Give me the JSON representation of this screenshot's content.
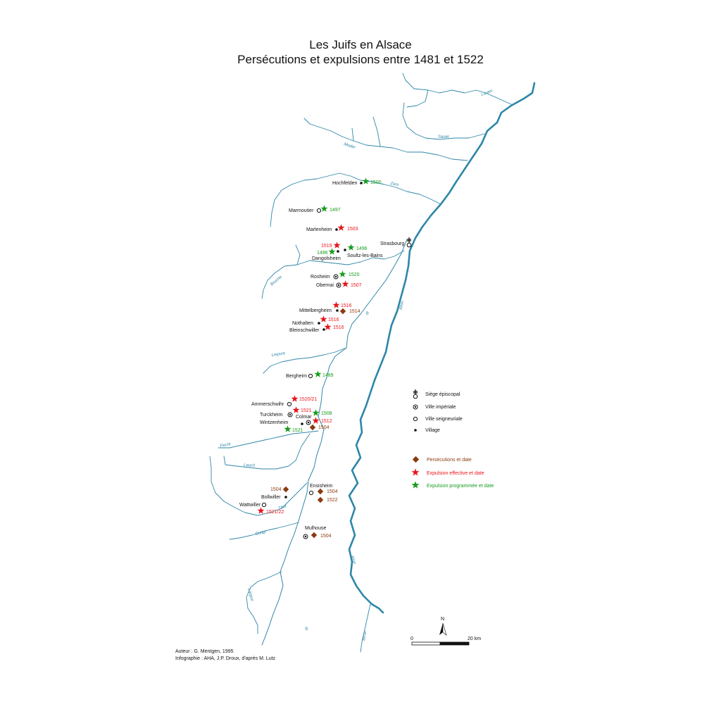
{
  "title": {
    "line1": "Les Juifs en Alsace",
    "line2": "Persécutions et expulsions entre 1481 et 1522"
  },
  "credits": {
    "author": "Auteur : G. Mentgen, 1995",
    "infographic": "Infographie : AHA, J.P. Droux, d'après M. Lutz"
  },
  "colors": {
    "river": "#2e86a8",
    "expulsion_effective": "#e8141b",
    "expulsion_programmee": "#169c1b",
    "persecution": "#8b3a0e"
  },
  "rivers": {
    "lauter": "Lauter",
    "sauer": "Sauer",
    "moder": "Moder",
    "zorn": "Zorn",
    "bruche": "Bruche",
    "ill_north": "Ill",
    "lepvre": "Liepvre",
    "rhin_north": "Rhin",
    "fecht": "Fecht",
    "lauch": "Lauch",
    "thur": "Thur",
    "doller": "Doller",
    "largue": "Largue",
    "ill_south": "Ill",
    "rhin_south": "Rhin",
    "birse": "Birse"
  },
  "places": {
    "hochfelden": "Hochfelden",
    "marmoutier": "Marmoutier",
    "marlenheim": "Marlenheim",
    "strasbourg": "Strasbourg",
    "dangolsheim": "Dangolsheim",
    "soultz": "Soultz-les-Bains",
    "rosheim": "Rosheim",
    "obernai": "Obernai",
    "mittelbergheim": "Mittelbergheim",
    "nothalten": "Nothalten",
    "bleinschwiller": "Bleinschwiller",
    "bergheim": "Bergheim",
    "ammerschwihr": "Ammerschwihr",
    "turckheim": "Turckheim",
    "colmar": "Colmar",
    "wintzenheim": "Wintzenheim",
    "ensisheim": "Ensisheim",
    "bollwiller": "Bollwiller",
    "wattwiller": "Wattwiller",
    "mulhouse": "Mulhouse"
  },
  "dates": {
    "hochfelden_g": "1500",
    "marmoutier_g": "1497",
    "marlenheim_r": "1503",
    "dangolsheim_r": "1519",
    "dangolsheim_g": "1496",
    "soultz_g": "1496",
    "rosheim_g": "1520",
    "obernai_r": "1507",
    "mittelbergheim_r": "1516",
    "mittelbergheim_b": "1514",
    "nothalten_r": "1516",
    "bleinschwiller_r": "1516",
    "bergheim_g": "1489",
    "ammerschwihr_r": "1520/21",
    "turckheim_r": "1521",
    "colmar_g": "1508",
    "colmar_r": "1512",
    "colmar_b": "1504",
    "wintzenheim_g": "1521",
    "ensisheim_b1": "1504",
    "ensisheim_b2": "1522",
    "bollwiller_b": "1504",
    "wattwiller_r": "1521/22",
    "mulhouse_b": "1504"
  },
  "legend": {
    "siege": "Siège épiscopal",
    "imperiale": "Ville impériale",
    "seigneuriale": "Ville seigneuriale",
    "village": "Village",
    "persecutions": "Persécutions et date",
    "expulsion_effective": "Expulsion effective et date",
    "expulsion_programmee": "Expulsion programmée et date"
  },
  "scale": {
    "zero": "0",
    "distance": "20 km",
    "north": "N"
  }
}
